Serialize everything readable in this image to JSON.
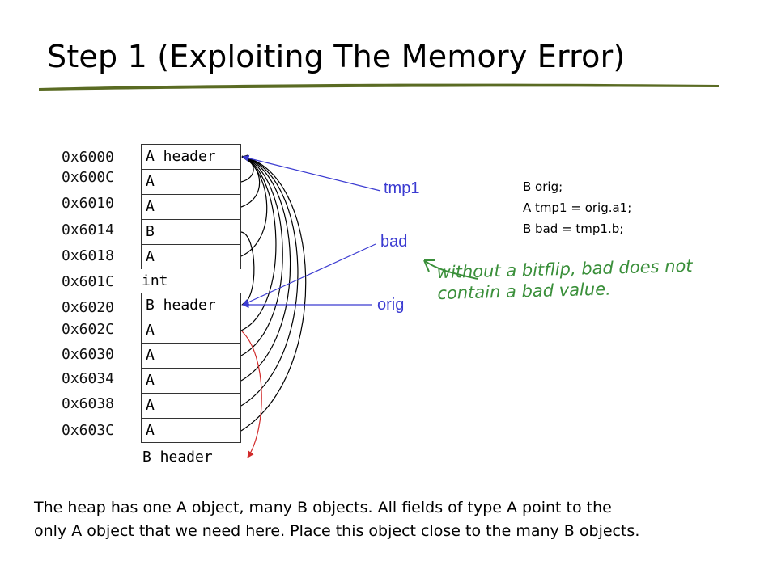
{
  "title": "Step 1 (Exploiting The Memory Error)",
  "addresses": [
    "0x6000",
    "0x600C",
    "0x6010",
    "0x6014",
    "0x6018",
    "0x601C",
    "0x6020",
    "0x602C",
    "0x6030",
    "0x6034",
    "0x6038",
    "0x603C"
  ],
  "cells": [
    "A header",
    "A",
    "A",
    "B",
    "A",
    "int",
    "B header",
    "A",
    "A",
    "A",
    "A",
    "A"
  ],
  "bottom_header": "B header",
  "pointers": {
    "tmp1": "tmp1",
    "bad": "bad",
    "orig": "orig"
  },
  "code": [
    "B orig;",
    "A tmp1 = orig.a1;",
    "B bad = tmp1.b;"
  ],
  "note": [
    "without a bitflip, bad does not",
    "contain a bad value."
  ],
  "caption": [
    "The heap has one A object, many B objects.  All fields of type A point to the",
    "only A object that we need here.  Place this object close to the many B objects."
  ],
  "colors": {
    "accent_blue": "#3b3bd1",
    "note_green": "#3a8f3a",
    "rule_olive": "#5a6b23",
    "arc_red": "#d12a2a"
  }
}
